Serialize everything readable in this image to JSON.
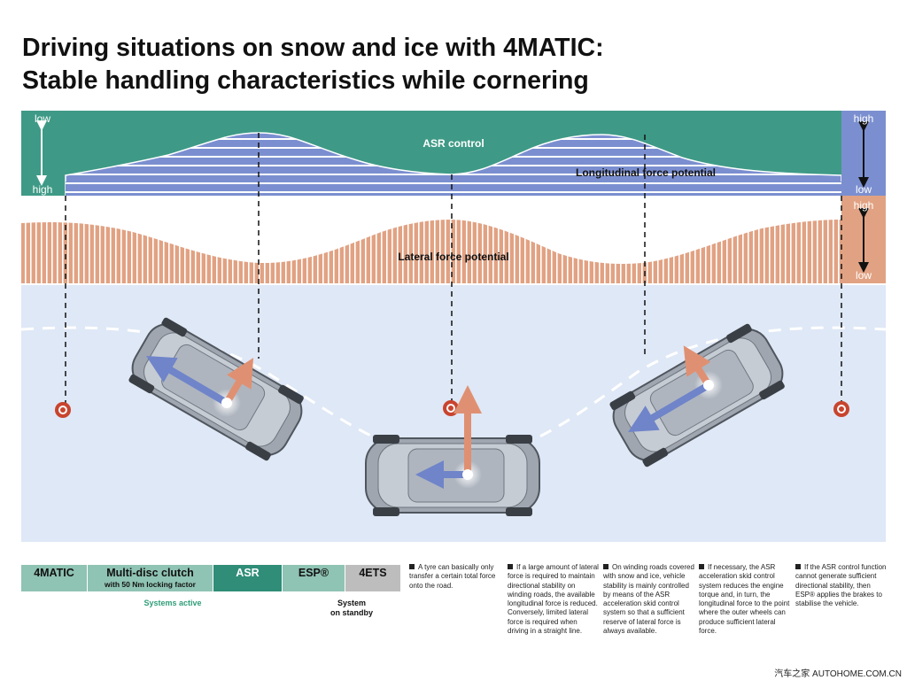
{
  "title": {
    "line1": "Driving situations on snow and ice with 4MATIC:",
    "line2": "Stable handling characteristics while cornering"
  },
  "bands": {
    "asr_label": "ASR control",
    "longitudinal_label": "Longitudinal force potential",
    "lateral_label": "Lateral force potential",
    "left_scale": {
      "top": "low",
      "bottom": "high"
    },
    "right_scale_1": {
      "top": "high",
      "bottom": "low"
    },
    "right_scale_2": {
      "top": "high",
      "bottom": "low"
    }
  },
  "systems": {
    "chips": [
      {
        "label": "4MATIC",
        "sub": ""
      },
      {
        "label": "Multi-disc clutch",
        "sub": "with 50 Nm locking factor"
      },
      {
        "label": "ASR",
        "sub": ""
      },
      {
        "label": "ESP®",
        "sub": ""
      },
      {
        "label": "4ETS",
        "sub": ""
      }
    ],
    "active_label": "Systems active",
    "standby_label": "System\non standby"
  },
  "notes": [
    "A tyre can basically only transfer a certain total force onto the road.",
    "If a large amount of lateral force is required to maintain directional stability on winding roads, the available longitudinal force is reduced. Conversely, limited lateral force is required when driving in a straight line.",
    "On winding roads covered with snow and ice, vehicle stability is mainly controlled by means of the ASR acceleration skid control system so that a sufficient reserve of lateral force is always available.",
    "If necessary, the ASR acceleration skid control system reduces the engine torque and, in turn, the longitudinal force to the point where the outer wheels can produce sufficient lateral force.",
    "If the ASR control function cannot generate sufficient directional stability, then ESP® applies the brakes to stabilise the vehicle."
  ],
  "watermark": "汽车之家 AUTOHOME.COM.CN",
  "colors": {
    "asr_green": "#3e9a86",
    "longitudinal_blue": "#7b8fd0",
    "lateral_orange": "#e1a283",
    "road_blue": "#dfe8f6",
    "chip_green": "#8fc3b3",
    "chip_dark_green": "#2f8d78",
    "chip_grey": "#bdbdbd",
    "target_red": "#c8442e"
  }
}
